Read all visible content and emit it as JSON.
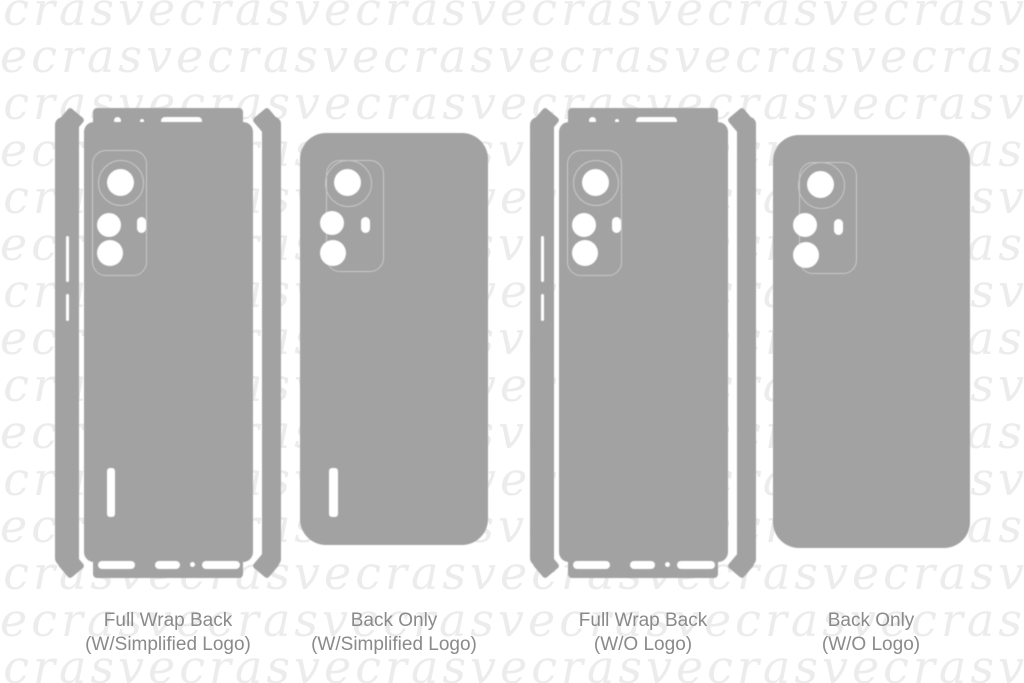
{
  "page": {
    "background": "#ffffff",
    "description_visible_text_only": true
  },
  "watermark": {
    "text": "VECRAS",
    "color": "#ececec"
  },
  "colors": {
    "template_gray": "#a2a2a2",
    "cutout_white": "#ffffff",
    "score_line": "#c9c9c9",
    "label_text": "#8a8a8a"
  },
  "templates": [
    {
      "id": "full-wrap-simplified-logo",
      "type": "full-wrap",
      "label_line1": "Full Wrap Back",
      "label_line2": "(W/Simplified Logo)",
      "has_logo_cutout": true
    },
    {
      "id": "back-only-simplified-logo",
      "type": "back-only",
      "label_line1": "Back Only",
      "label_line2": "(W/Simplified Logo)",
      "has_logo_cutout": true
    },
    {
      "id": "full-wrap-no-logo",
      "type": "full-wrap",
      "label_line1": "Full Wrap Back",
      "label_line2": "(W/O Logo)",
      "has_logo_cutout": false
    },
    {
      "id": "back-only-no-logo",
      "type": "back-only",
      "label_line1": "Back Only",
      "label_line2": "(W/O Logo)",
      "has_logo_cutout": false
    }
  ]
}
